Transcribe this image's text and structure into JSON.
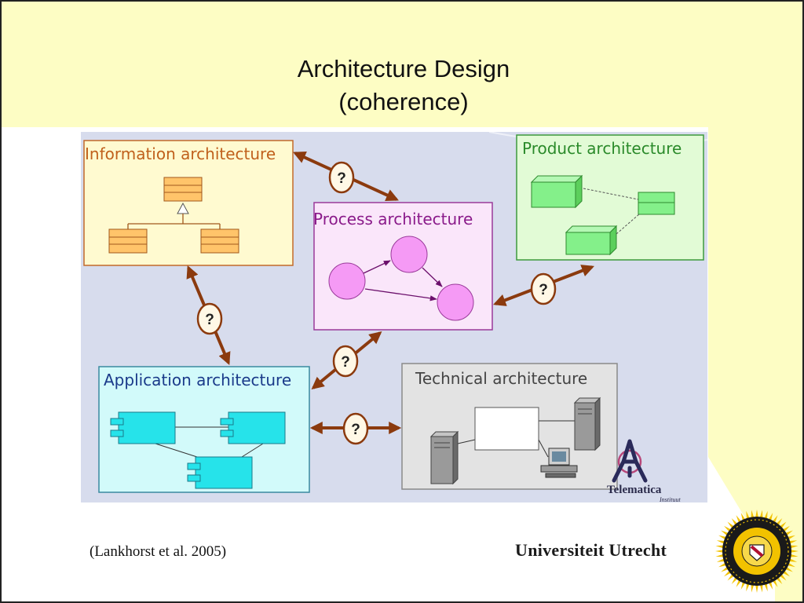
{
  "slide": {
    "title_line1": "Architecture Design",
    "title_line2": "(coherence)",
    "citation": "(Lankhorst et al. 2005)",
    "university": "Universiteit Utrecht",
    "telematica_logo_text": "Telematica",
    "telematica_logo_subtext": "Instituut"
  },
  "diagram": {
    "boxes": {
      "information": "Information  architecture",
      "process": "Process architecture",
      "product": "Product  architecture",
      "application": "Application  architecture",
      "technical": "Technical  architecture"
    },
    "question_mark": "?",
    "connector_color": "#8b3a0e"
  },
  "colors": {
    "accent_yellow": "#fdfdc4",
    "diagram_bg": "#d7dced"
  }
}
